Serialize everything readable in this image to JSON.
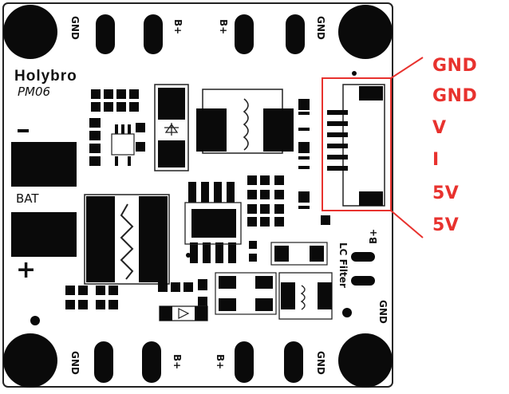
{
  "board": {
    "brand": "Holybro",
    "model": "PM06",
    "bat_label": "BAT",
    "minus_symbol": "−",
    "plus_symbol": "+",
    "lc_filter_label": "LC Filter",
    "top_pads": [
      "GND",
      "B+",
      "B+",
      "GND"
    ],
    "bottom_pads": [
      "GND",
      "B+",
      "B+",
      "GND"
    ],
    "right_pads": [
      "B+",
      "GND"
    ]
  },
  "connector": {
    "pins": [
      "GND",
      "GND",
      "V",
      "I",
      "5V",
      "5V"
    ],
    "highlight_color": "#e8322e"
  },
  "colors": {
    "board": "#ffffff",
    "ink": "#111111",
    "outline": "#222222",
    "annotation": "#e8322e"
  }
}
